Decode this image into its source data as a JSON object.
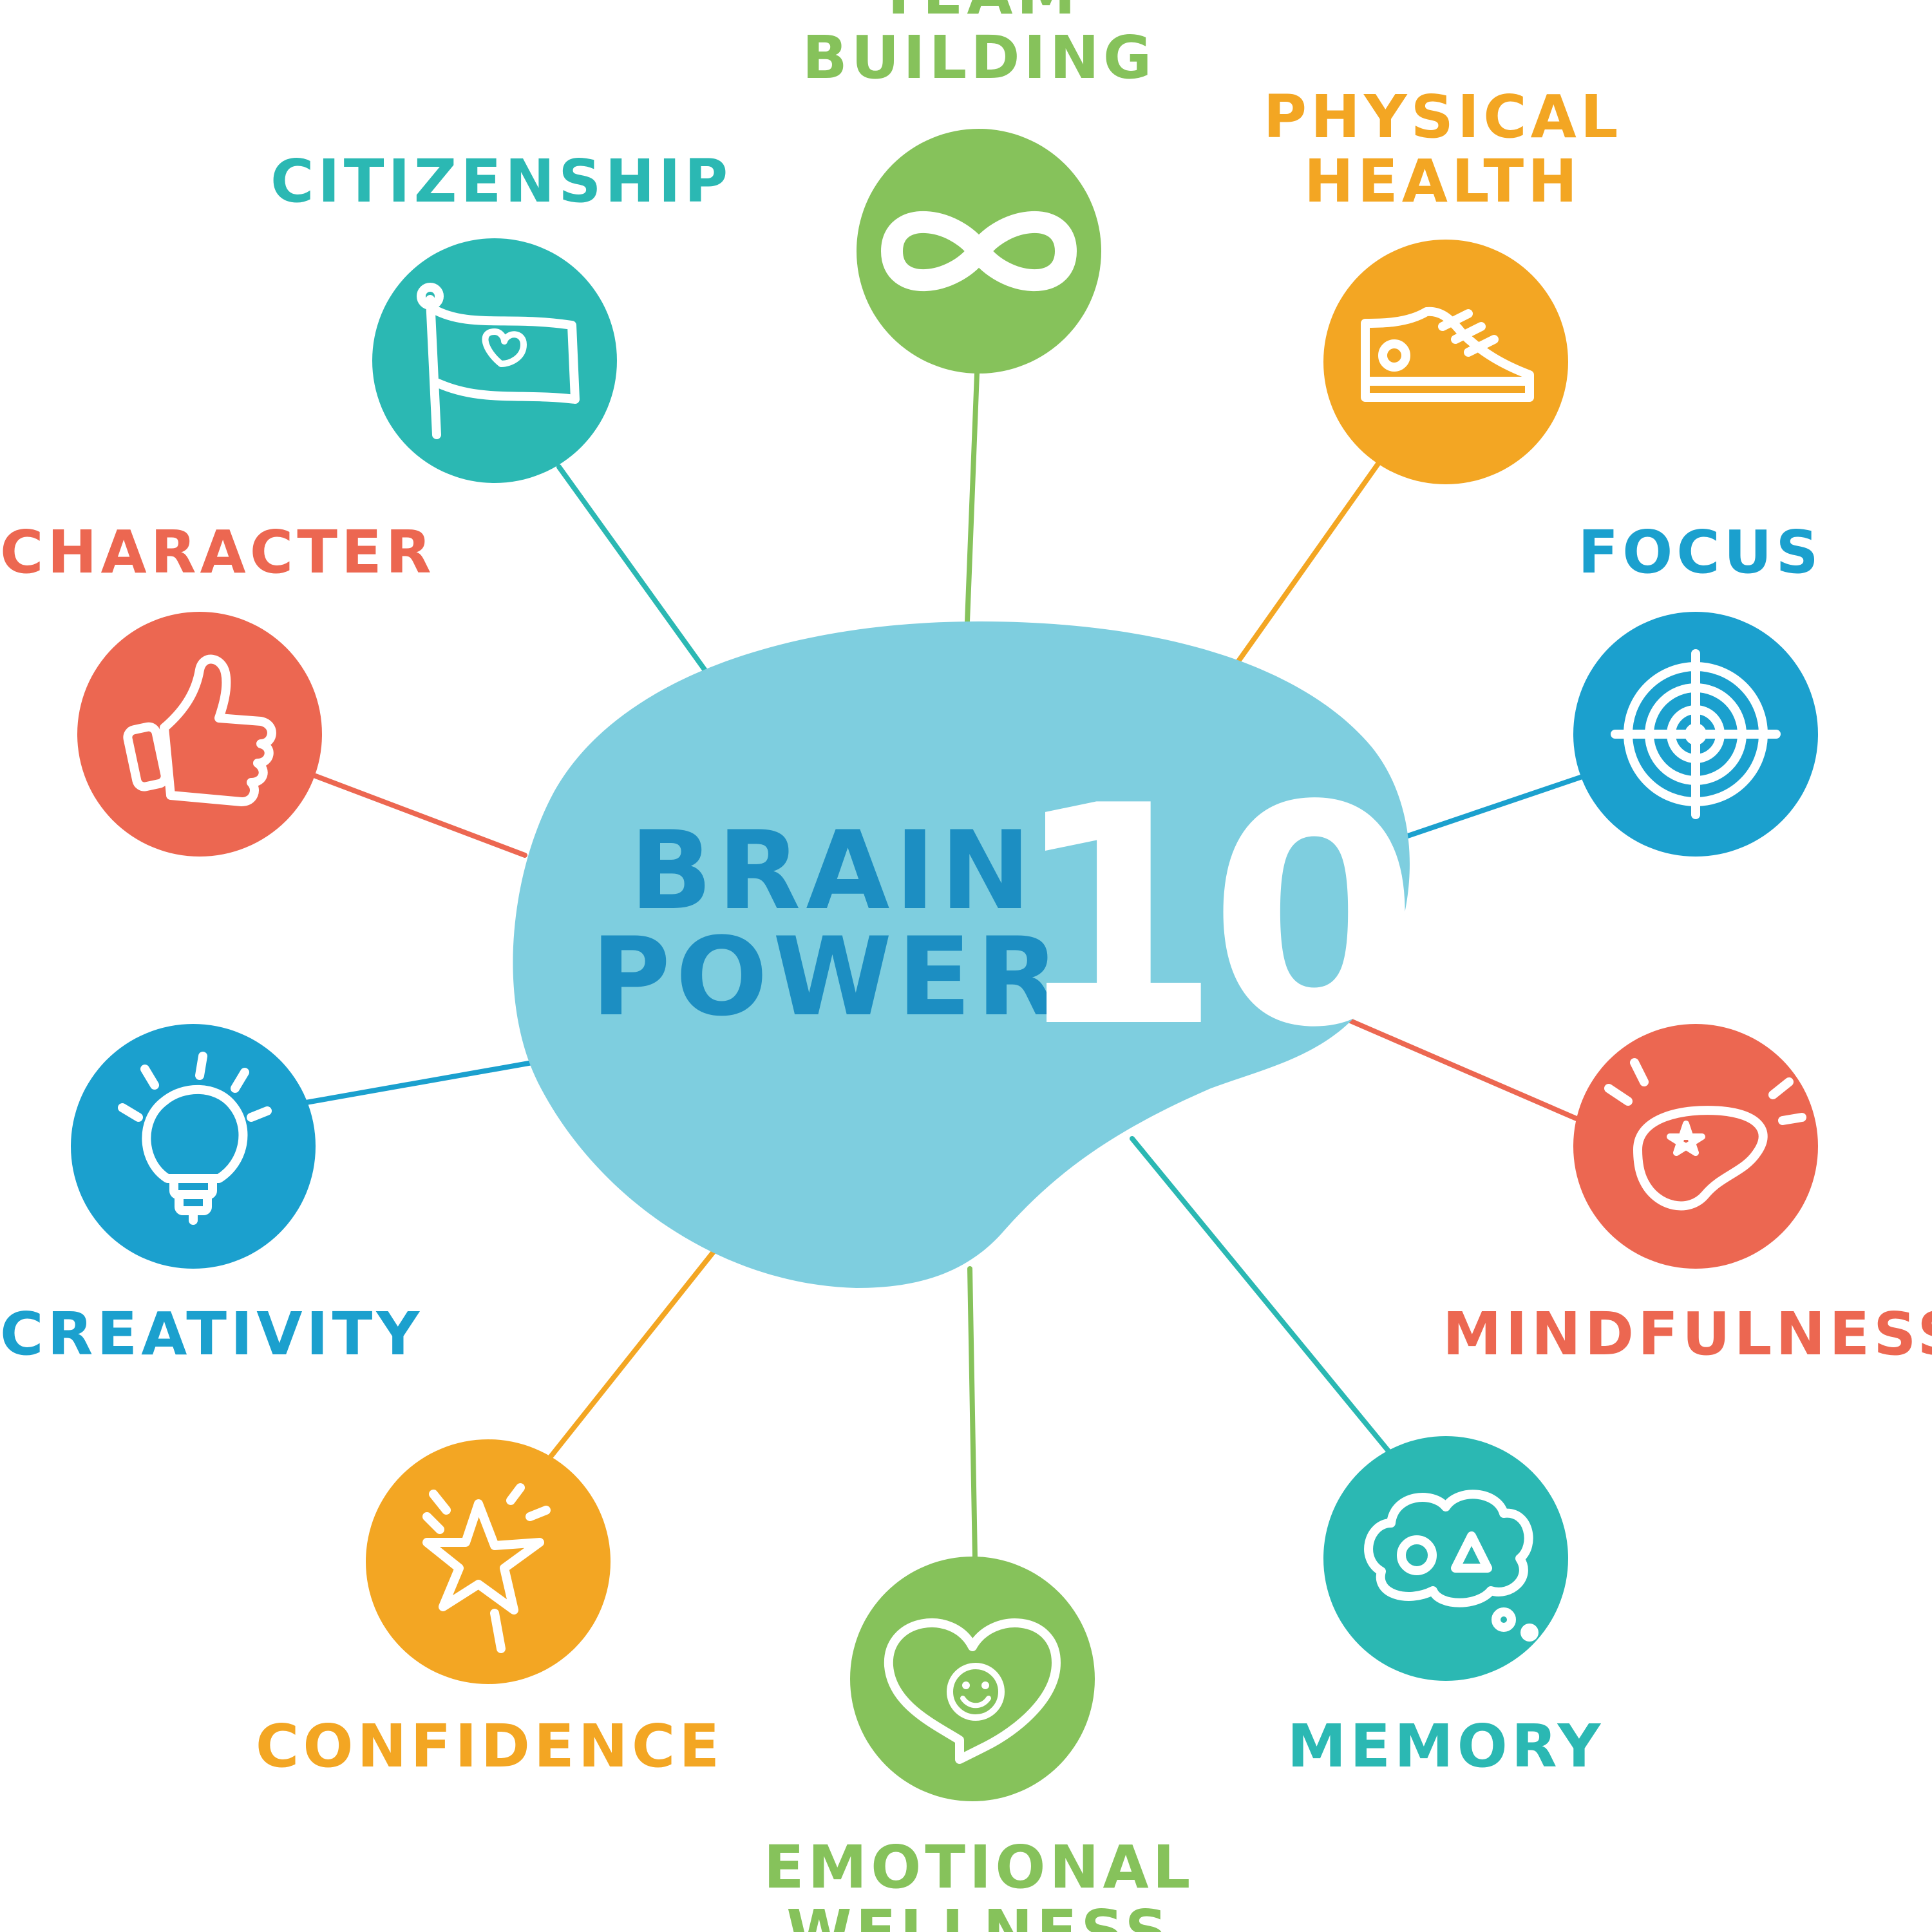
{
  "colors": {
    "green": "#86C25B",
    "orange": "#F3A623",
    "teal": "#2BB8B3",
    "blue": "#1BA0CE",
    "coral": "#EC6751",
    "center_blob": "#7ECEDF",
    "center_text": "#1C8EC2",
    "icon_stroke": "#FFFFFF"
  },
  "center": {
    "line1": "BRAIN",
    "line2": "POWER",
    "number": "10"
  },
  "nodes": [
    {
      "id": "team-building",
      "lines": [
        "TEAM",
        "BUILDING"
      ],
      "color": "green",
      "icon": "infinity-icon"
    },
    {
      "id": "physical-health",
      "lines": [
        "PHYSICAL",
        "HEALTH"
      ],
      "color": "orange",
      "icon": "sneaker-icon"
    },
    {
      "id": "focus",
      "lines": [
        "FOCUS"
      ],
      "color": "blue",
      "icon": "target-icon"
    },
    {
      "id": "mindfulness",
      "lines": [
        "MINDFULNESS"
      ],
      "color": "coral",
      "icon": "glowing-star-stone-icon"
    },
    {
      "id": "memory",
      "lines": [
        "MEMORY"
      ],
      "color": "teal",
      "icon": "thought-cloud-icon"
    },
    {
      "id": "emotional-wellness",
      "lines": [
        "EMOTIONAL",
        "WELLNESS"
      ],
      "color": "green",
      "icon": "smiling-heart-icon"
    },
    {
      "id": "confidence",
      "lines": [
        "CONFIDENCE"
      ],
      "color": "orange",
      "icon": "star-wand-icon"
    },
    {
      "id": "creativity",
      "lines": [
        "CREATIVITY"
      ],
      "color": "blue",
      "icon": "lightbulb-icon"
    },
    {
      "id": "character",
      "lines": [
        "CHARACTER"
      ],
      "color": "coral",
      "icon": "thumbs-up-icon"
    },
    {
      "id": "citizenship",
      "lines": [
        "CITIZENSHIP"
      ],
      "color": "teal",
      "icon": "heart-flag-icon"
    }
  ]
}
